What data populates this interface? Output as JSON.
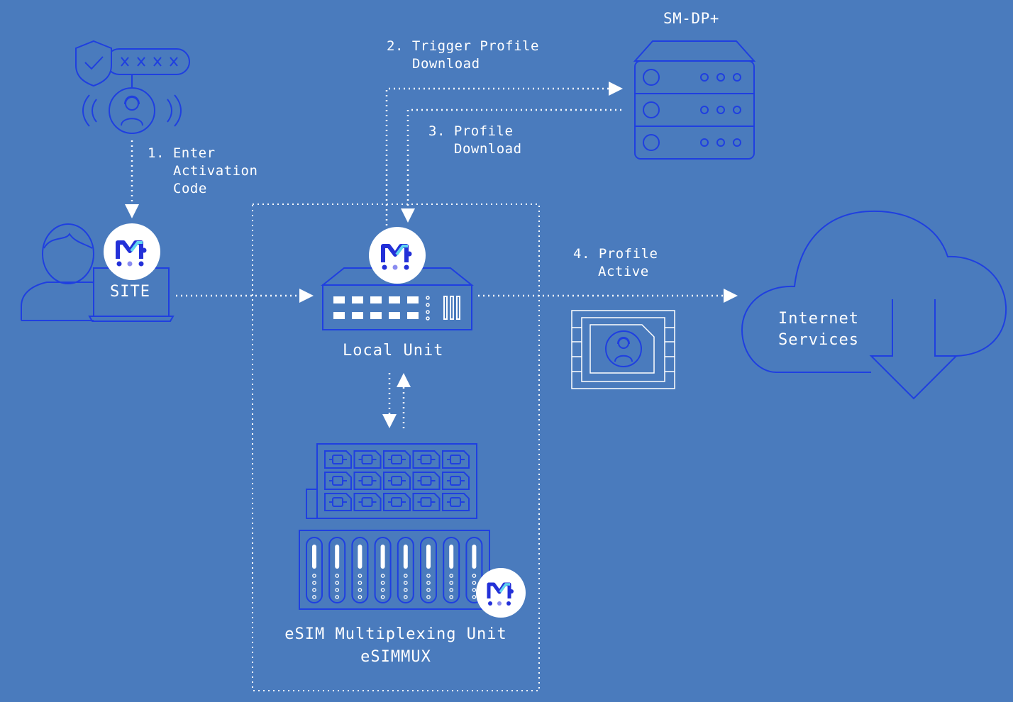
{
  "labels": {
    "sm_dp": "SM-DP+",
    "step2_line1": "2. Trigger Profile",
    "step2_line2": "Download",
    "step3_line1": "3. Profile",
    "step3_line2": "Download",
    "step1_line1": "1. Enter",
    "step1_line2": "Activation",
    "step1_line3": "Code",
    "site": "SITE",
    "local_unit": "Local Unit",
    "step4_line1": "4. Profile",
    "step4_line2": "Active",
    "internet_line1": "Internet",
    "internet_line2": "Services",
    "esim_unit_line1": "eSIM Multiplexing Unit",
    "esim_unit_line2": "eSIMMUX"
  },
  "icons": {
    "password": "xxxx",
    "shield": "shield-check",
    "user": "user-wireless",
    "server": "server-rack",
    "cloud": "cloud-download",
    "sim": "sim-card",
    "logo": "m-logo"
  },
  "colors": {
    "background": "#4a7bbd",
    "line_blue": "#1f3fe0",
    "white": "#ffffff",
    "logo_blue": "#2330d8",
    "logo_cyan": "#5fd4f0"
  }
}
